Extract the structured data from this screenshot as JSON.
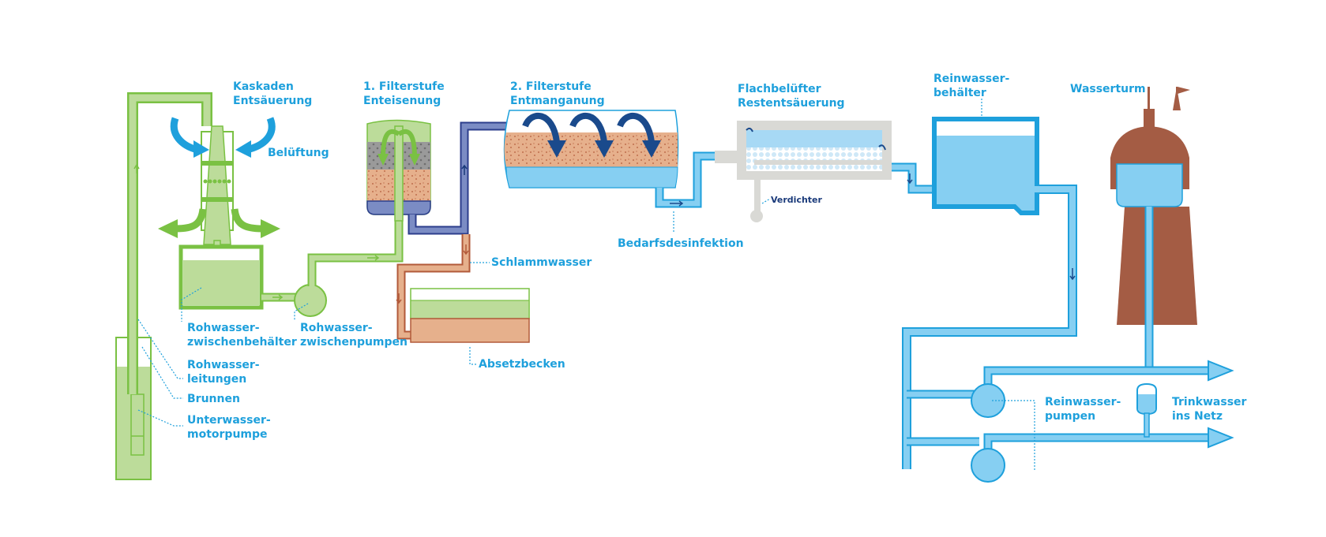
{
  "diagram": {
    "title": "Wasserwerk Prozess",
    "colors": {
      "raw_water": "#7ac143",
      "raw_water_fill": "#bcdc9a",
      "label_blue": "#1ea0dc",
      "clean_water": "#1ea0dc",
      "clean_water_fill": "#86cff2",
      "filter_blue": "#2c3e8c",
      "filter_blue_fill": "#7b8cc4",
      "sludge": "#b25a3a",
      "sludge_fill": "#e6b08c",
      "tower": "#a45c44",
      "aerator_grey": "#d9d9d5"
    },
    "labels": {
      "kaskaden_1": "Kaskaden",
      "kaskaden_2": "Entsäuerung",
      "belueftung": "Belüftung",
      "filter1_1": "1. Filterstufe",
      "filter1_2": "Enteisenung",
      "filter2_1": "2. Filterstufe",
      "filter2_2": "Entmanganung",
      "flach_1": "Flachbelüfter",
      "flach_2": "Restentsäuerung",
      "reinbeh_1": "Reinwasser-",
      "reinbeh_2": "behälter",
      "wasserturm": "Wasserturm",
      "verdichter": "Verdichter",
      "bedarf": "Bedarfsdesinfektion",
      "schlamm": "Schlammwasser",
      "absetz": "Absetzbecken",
      "rzb_1": "Rohwasser-",
      "rzb_2": "zwischenbehälter",
      "rzp_1": "Rohwasser-",
      "rzp_2": "zwischenpumpen",
      "rl_1": "Rohwasser-",
      "rl_2": "leitungen",
      "brunnen": "Brunnen",
      "uwp_1": "Unterwasser-",
      "uwp_2": "motorpumpe",
      "rwp_1": "Reinwasser-",
      "rwp_2": "pumpen",
      "trink_1": "Trinkwasser",
      "trink_2": "ins Netz"
    }
  }
}
